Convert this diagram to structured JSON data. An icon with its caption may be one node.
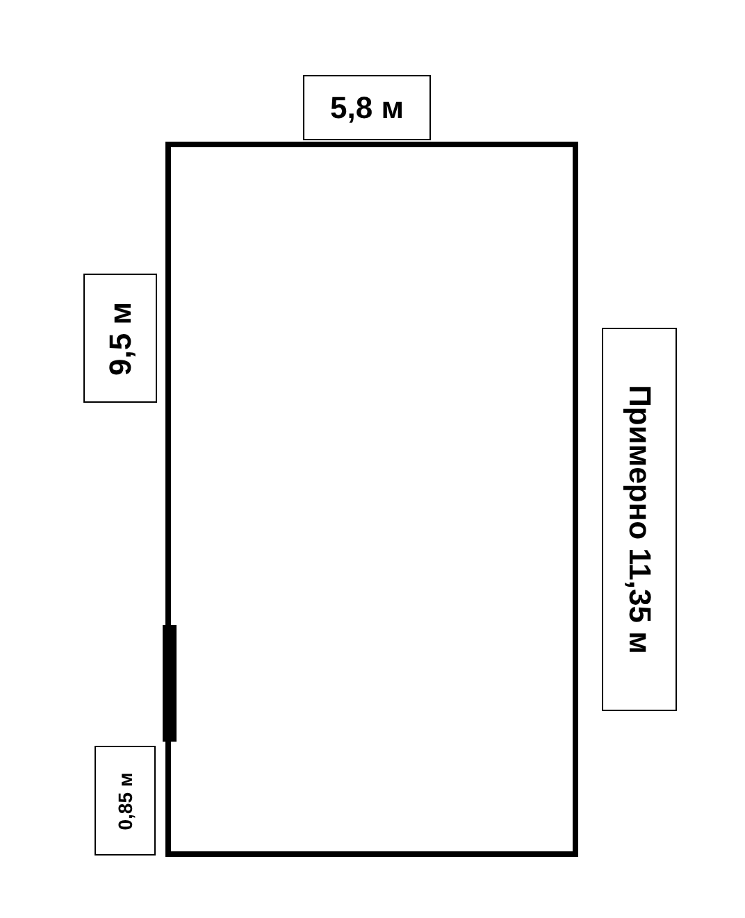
{
  "diagram": {
    "nodes": [
      {
        "text": [
          "5,8 м"
        ]
      },
      {
        "text": [],
        "shape": "box"
      },
      {
        "text": [
          "9,5 м"
        ]
      },
      {
        "text": [
          "Примерно 11,35 м"
        ]
      },
      {
        "text": [
          "0,85 м"
        ]
      }
    ]
  }
}
